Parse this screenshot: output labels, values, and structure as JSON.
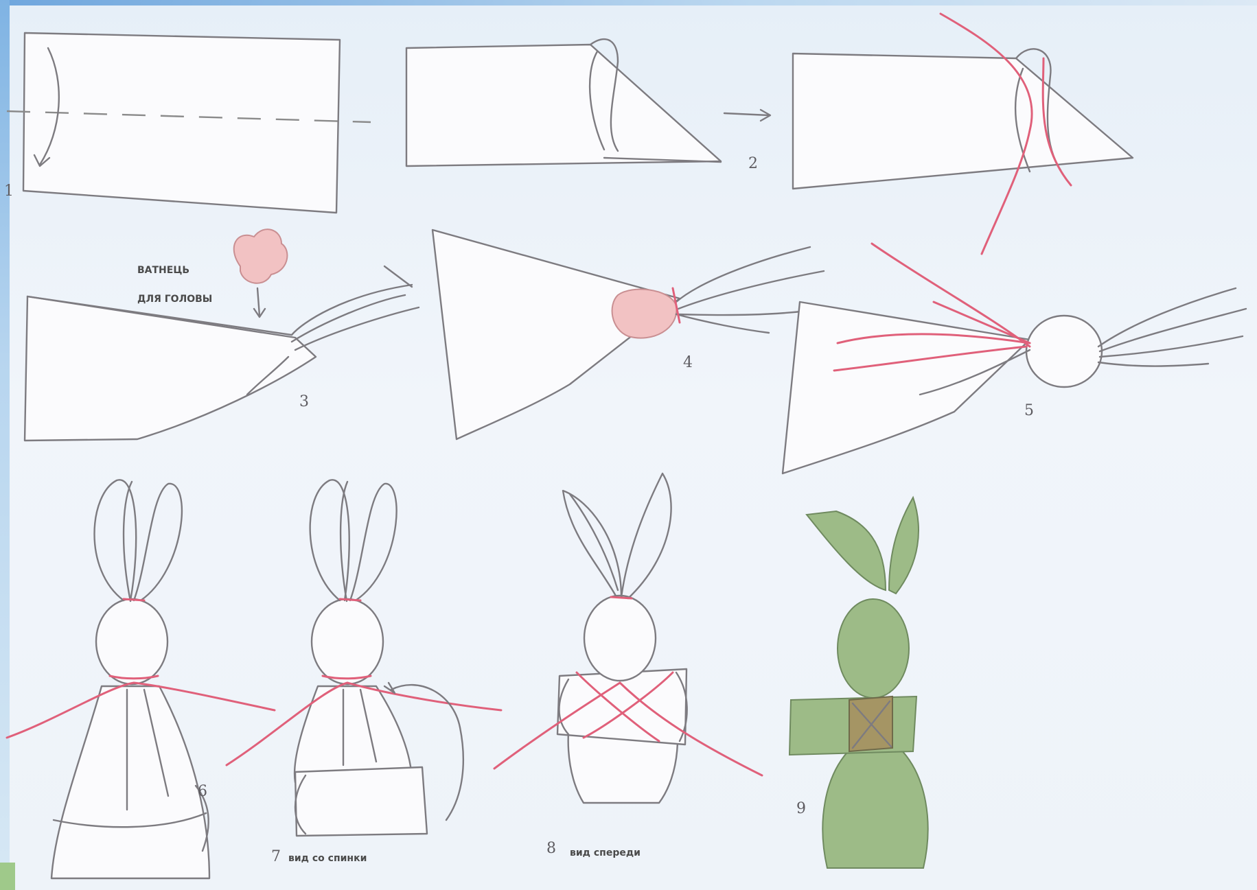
{
  "diagram": {
    "step_numbers": [
      "1",
      "2",
      "3",
      "4",
      "5",
      "6",
      "7",
      "8",
      "9"
    ],
    "annotations": {
      "cotton_label_line1": "ВАТНЕЦЬ",
      "cotton_label_line2": "ДЛЯ ГОЛОВЫ",
      "step7_caption": "вид со спинки",
      "step8_caption": "вид спереди"
    },
    "colors": {
      "thread": "#e0607a",
      "cotton": "#f2c2c3",
      "fabric_final": "#9dbb87",
      "band_final": "#a59564",
      "background": "#eef3f9"
    }
  }
}
